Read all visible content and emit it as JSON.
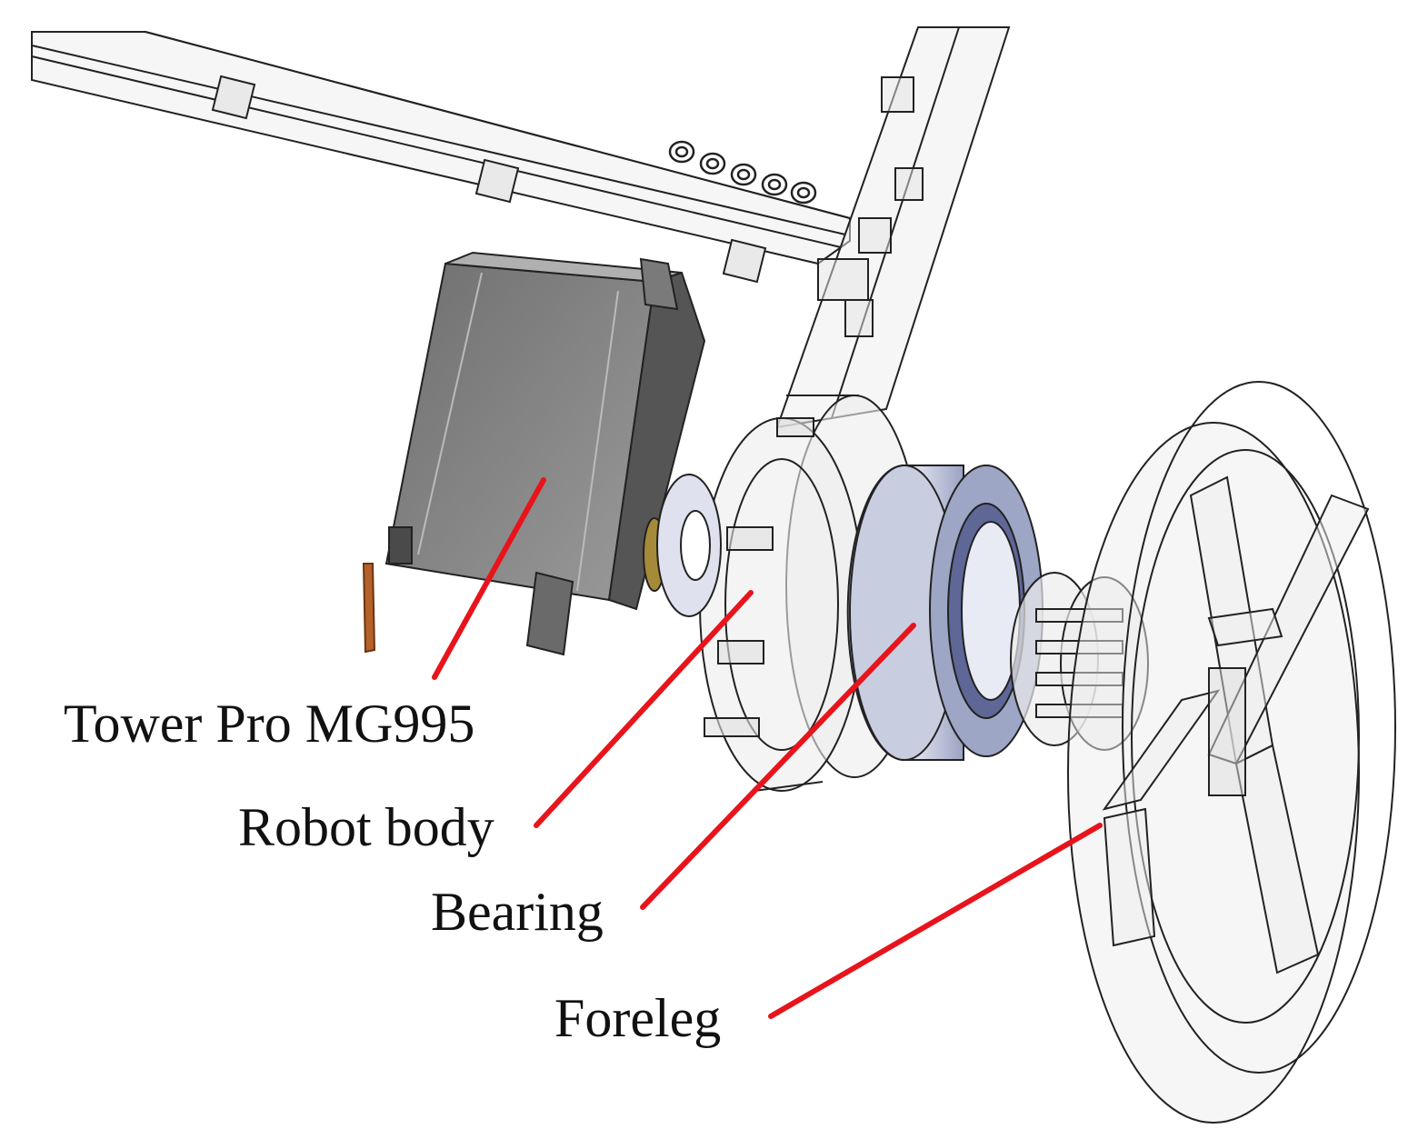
{
  "labels": {
    "servo": "Tower Pro MG995",
    "robot_body": "Robot body",
    "bearing": "Bearing",
    "foreleg": "Foreleg"
  },
  "colors": {
    "leader_line": "#e8141c",
    "servo_body": "#7f7f7f",
    "servo_dark": "#4a4a4a",
    "bearing": "#b9c0d8",
    "wireframe": "#222222",
    "translucent": "#e6e6e6"
  }
}
